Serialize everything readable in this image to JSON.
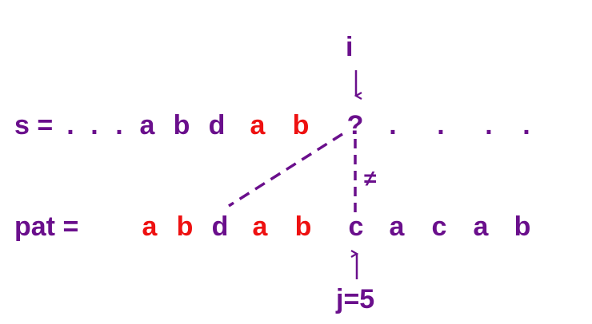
{
  "colors": {
    "purple": "#6a0f8c",
    "red": "#ee1111",
    "background": "#ffffff"
  },
  "labels": {
    "i": "i",
    "j": "j=5",
    "neq": "≠",
    "s_prefix": "s =",
    "pat_prefix": "pat ="
  },
  "s_row": [
    {
      "text": ".",
      "color": "purple"
    },
    {
      "text": ".",
      "color": "purple"
    },
    {
      "text": ".",
      "color": "purple"
    },
    {
      "text": "a",
      "color": "purple"
    },
    {
      "text": "b",
      "color": "purple"
    },
    {
      "text": "d",
      "color": "purple"
    },
    {
      "text": "a",
      "color": "red"
    },
    {
      "text": "b",
      "color": "red"
    },
    {
      "text": "?",
      "color": "purple"
    },
    {
      "text": ".",
      "color": "purple"
    },
    {
      "text": ".",
      "color": "purple"
    },
    {
      "text": ".",
      "color": "purple"
    },
    {
      "text": ".",
      "color": "purple"
    }
  ],
  "pat_row": [
    {
      "text": "a",
      "color": "red"
    },
    {
      "text": "b",
      "color": "red"
    },
    {
      "text": "d",
      "color": "purple"
    },
    {
      "text": "a",
      "color": "red"
    },
    {
      "text": "b",
      "color": "red"
    },
    {
      "text": "c",
      "color": "purple"
    },
    {
      "text": "a",
      "color": "purple"
    },
    {
      "text": "c",
      "color": "purple"
    },
    {
      "text": "a",
      "color": "purple"
    },
    {
      "text": "b",
      "color": "purple"
    }
  ]
}
